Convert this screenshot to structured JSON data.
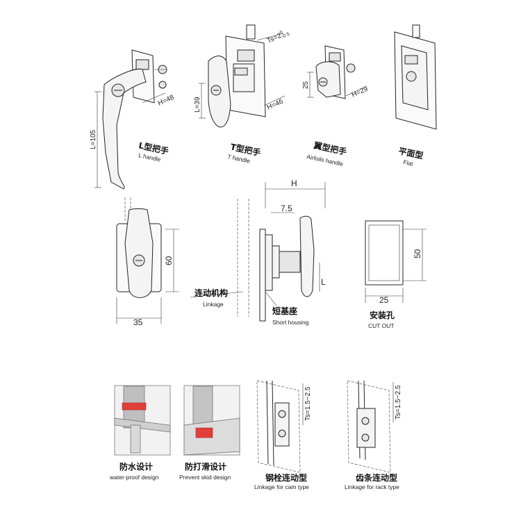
{
  "variants": {
    "l_handle": {
      "cn": "L型把手",
      "en": "L handle"
    },
    "t_handle": {
      "cn": "T型把手",
      "en": "T handle"
    },
    "airfoils_handle": {
      "cn": "翼型把手",
      "en": "Airfoils handle"
    },
    "flat": {
      "cn": "平面型",
      "en": "Flat"
    }
  },
  "dimensions_top": {
    "ts": "Ts=2",
    "ts_tol": "-0.5",
    "ts_tol_upper": "0",
    "l_h": "H=48",
    "l_len": "L=105",
    "t_l": "L=39",
    "t_h": "H=46",
    "a_25": "25",
    "a_h": "H=29"
  },
  "drawing": {
    "front_height": "60",
    "front_width": "35",
    "side_h": "H",
    "side_75": "7.5",
    "side_l": "L",
    "cutout_h": "50",
    "cutout_w": "25",
    "linkage": {
      "cn": "连动机构",
      "en": "Linkage"
    },
    "short_housing": {
      "cn": "短基座",
      "en": "Short housing"
    },
    "cutout": {
      "cn": "安装孔",
      "en": "CUT OUT"
    }
  },
  "features": {
    "waterproof": {
      "cn": "防水设计",
      "en": "water-proof design"
    },
    "skid": {
      "cn": "防打滑设计",
      "en": "Prevent skid design"
    },
    "cam": {
      "cn": "钢栓连动型",
      "en": "Linkage for cam type",
      "ts": "Ts=1.5~2.5"
    },
    "rack": {
      "cn": "齿条连动型",
      "en": "Linkage for rack type",
      "ts": "Ts=1.5~2.5"
    }
  },
  "colors": {
    "accent": "#e0403a",
    "ink": "#222222"
  }
}
